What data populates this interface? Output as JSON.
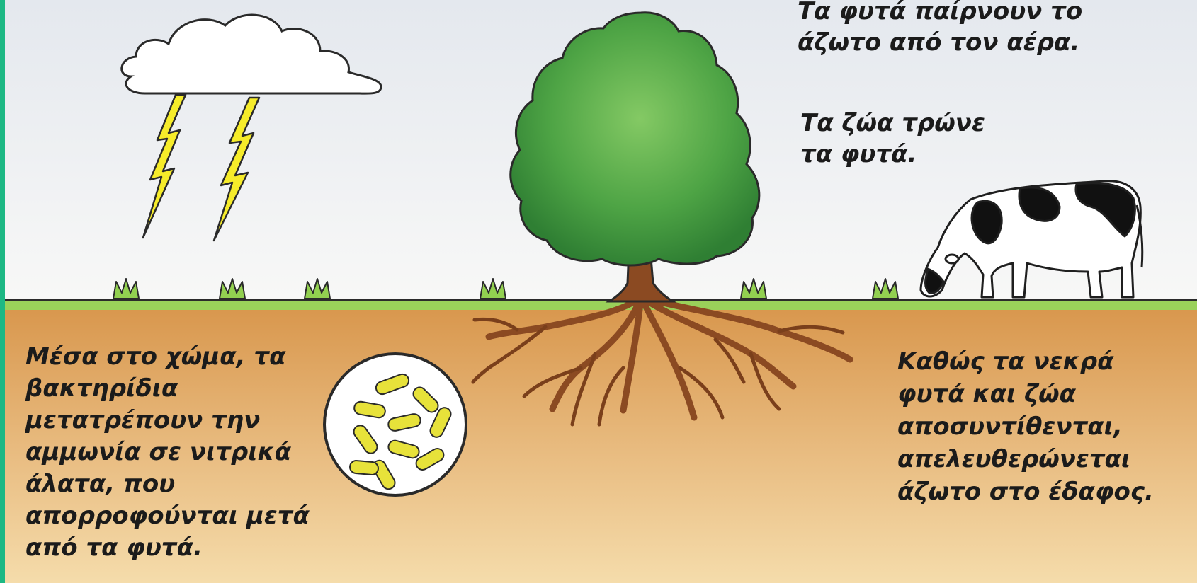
{
  "captions": {
    "plants_take_nitrogen": "Τα φυτά παίρνουν το\nάζωτο από τον αέρα.",
    "animals_eat_plants": "Τα ζώα τρώνε\nτα φυτά.",
    "bacteria_in_soil": "Μέσα στο χώμα, τα\nβακτηρίδια\nμετατρέπουν την\nαμμωνία σε νιτρικά\nάλατα, που\nαπορροφούνται μετά\nαπό τα φυτά.",
    "decomposition": "Καθώς τα νεκρά\nφυτά και ζώα\nαποσυντίθενται,\nαπελευθερώνεται\nάζωτο στο έδαφος."
  },
  "colors": {
    "sky_top": "#e6e9ef",
    "sky_bottom": "#f7f8f8",
    "soil_top": "#d99a52",
    "soil_bottom": "#f3d9a6",
    "grass": "#92d050",
    "tree_foliage": "#3f9a40",
    "tree_highlight": "#7dc45e",
    "root_brown": "#8b4a22",
    "lightning": "#f6ec2a",
    "bacteria": "#e7e23a",
    "frame_accent": "#1db884"
  },
  "icons": [
    "cloud-icon",
    "lightning-icon",
    "tree-icon",
    "cow-icon",
    "bacteria-icon",
    "grass-icon"
  ]
}
